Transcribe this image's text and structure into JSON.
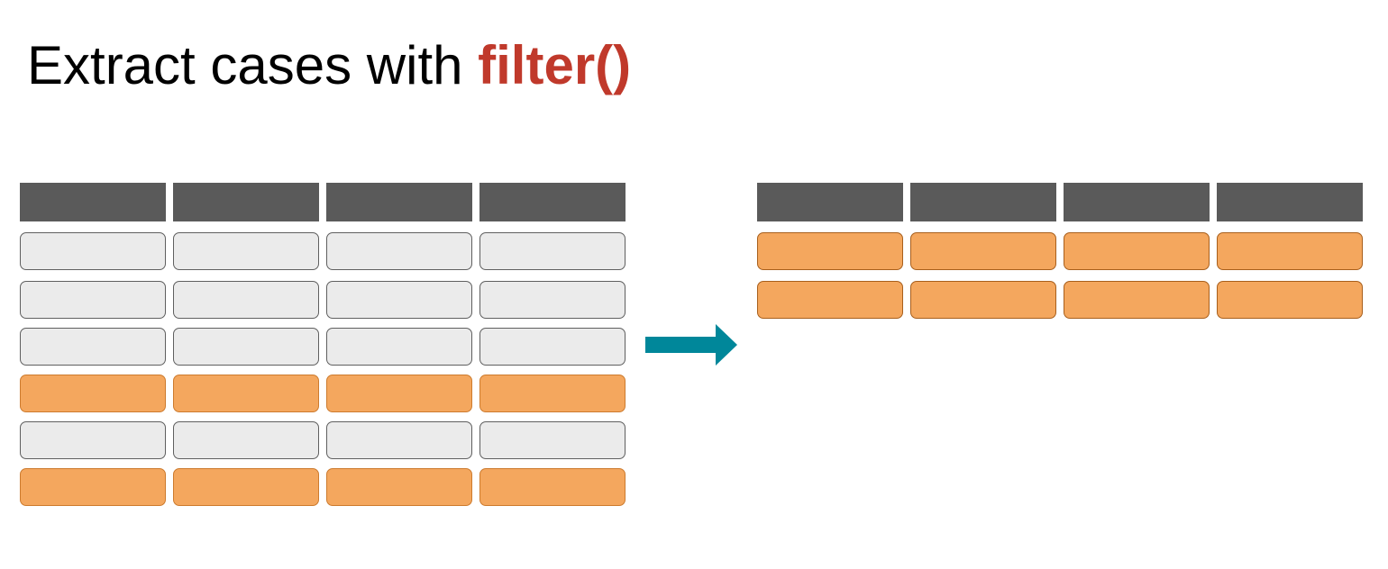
{
  "title": {
    "prefix": "Extract cases with ",
    "function": "filter()"
  },
  "colors": {
    "header": "#5a5a5a",
    "cell": "#ebebeb",
    "highlight": "#f4a75e",
    "arrow": "#00879a",
    "function_text": "#c0392b"
  },
  "input_table": {
    "columns": 4,
    "rows": [
      {
        "selected": false
      },
      {
        "selected": false
      },
      {
        "selected": false
      },
      {
        "selected": true
      },
      {
        "selected": false
      },
      {
        "selected": true
      }
    ]
  },
  "arrow": {
    "icon": "right-arrow-icon"
  },
  "output_table": {
    "columns": 4,
    "rows": [
      {
        "selected": true
      },
      {
        "selected": true
      }
    ]
  }
}
